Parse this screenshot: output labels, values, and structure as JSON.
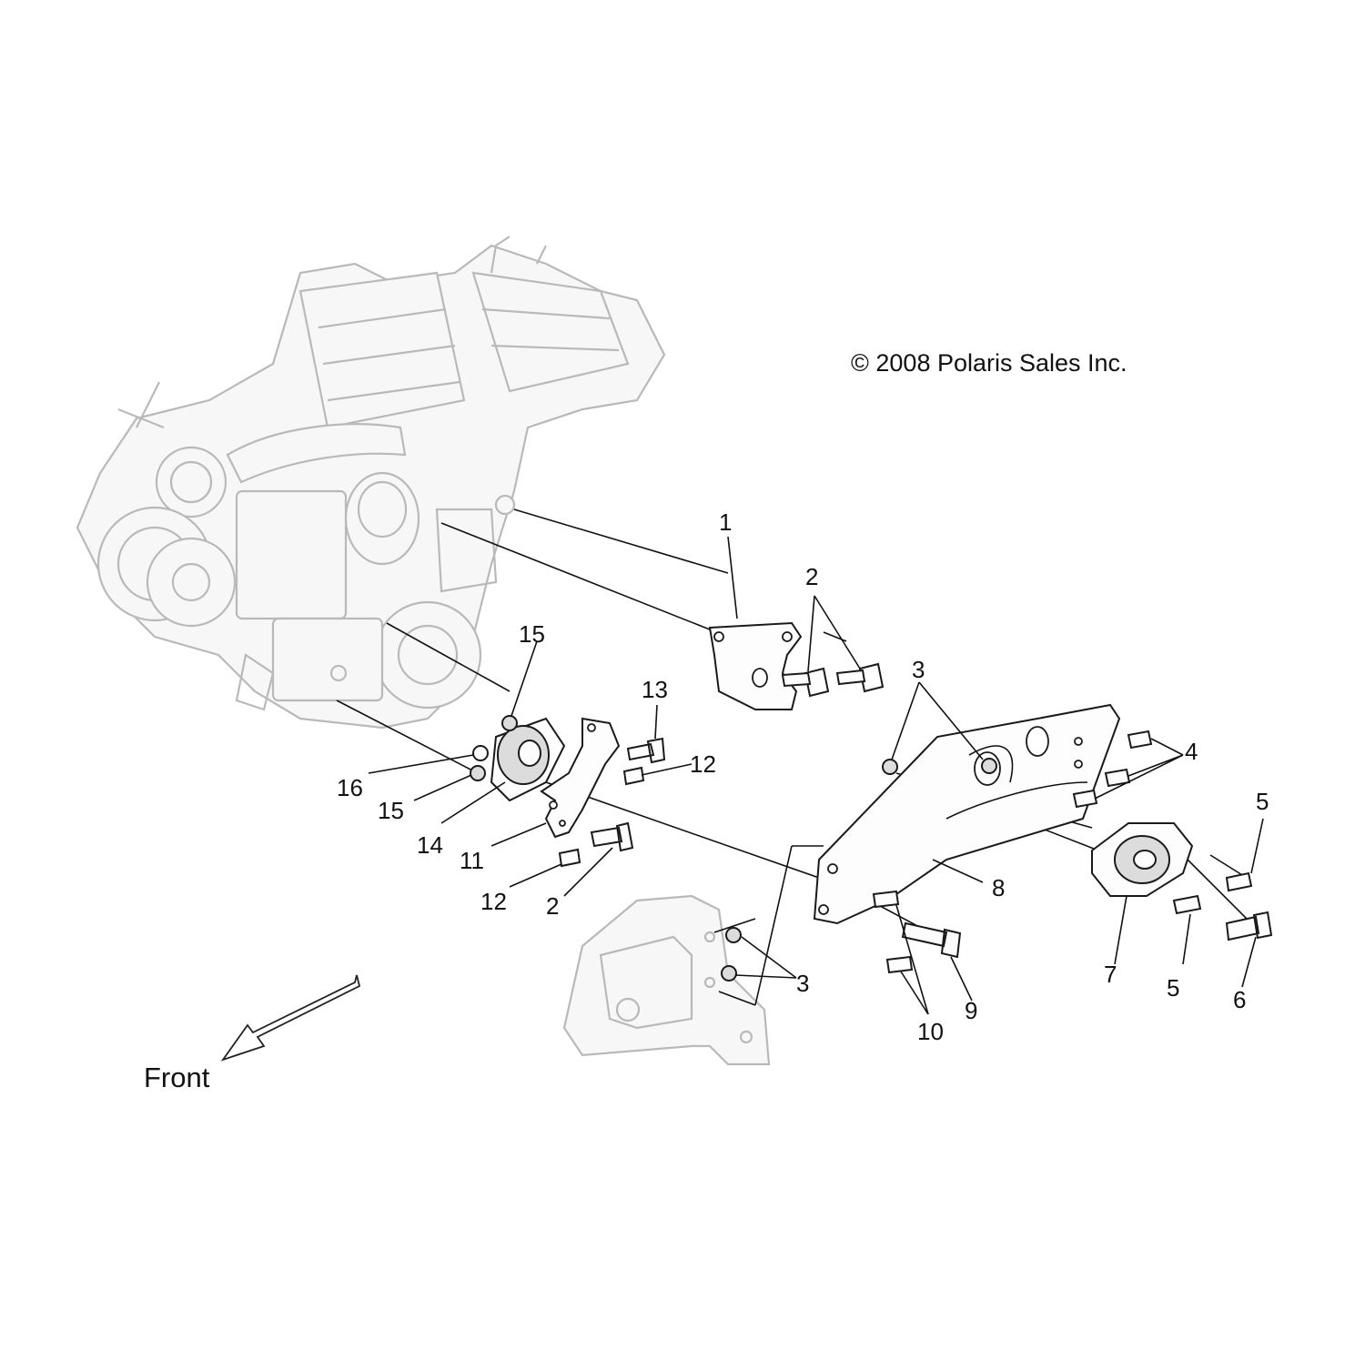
{
  "diagram": {
    "copyright": "© 2008 Polaris Sales Inc.",
    "direction_label": "Front",
    "callouts": {
      "c1": "1",
      "c2a": "2",
      "c2b": "2",
      "c3a": "3",
      "c3b": "3",
      "c4": "4",
      "c5a": "5",
      "c5b": "5",
      "c6": "6",
      "c7": "7",
      "c8": "8",
      "c9": "9",
      "c10": "10",
      "c11": "11",
      "c12a": "12",
      "c12b": "12",
      "c13": "13",
      "c14": "14",
      "c15a": "15",
      "c15b": "15",
      "c16": "16"
    }
  }
}
